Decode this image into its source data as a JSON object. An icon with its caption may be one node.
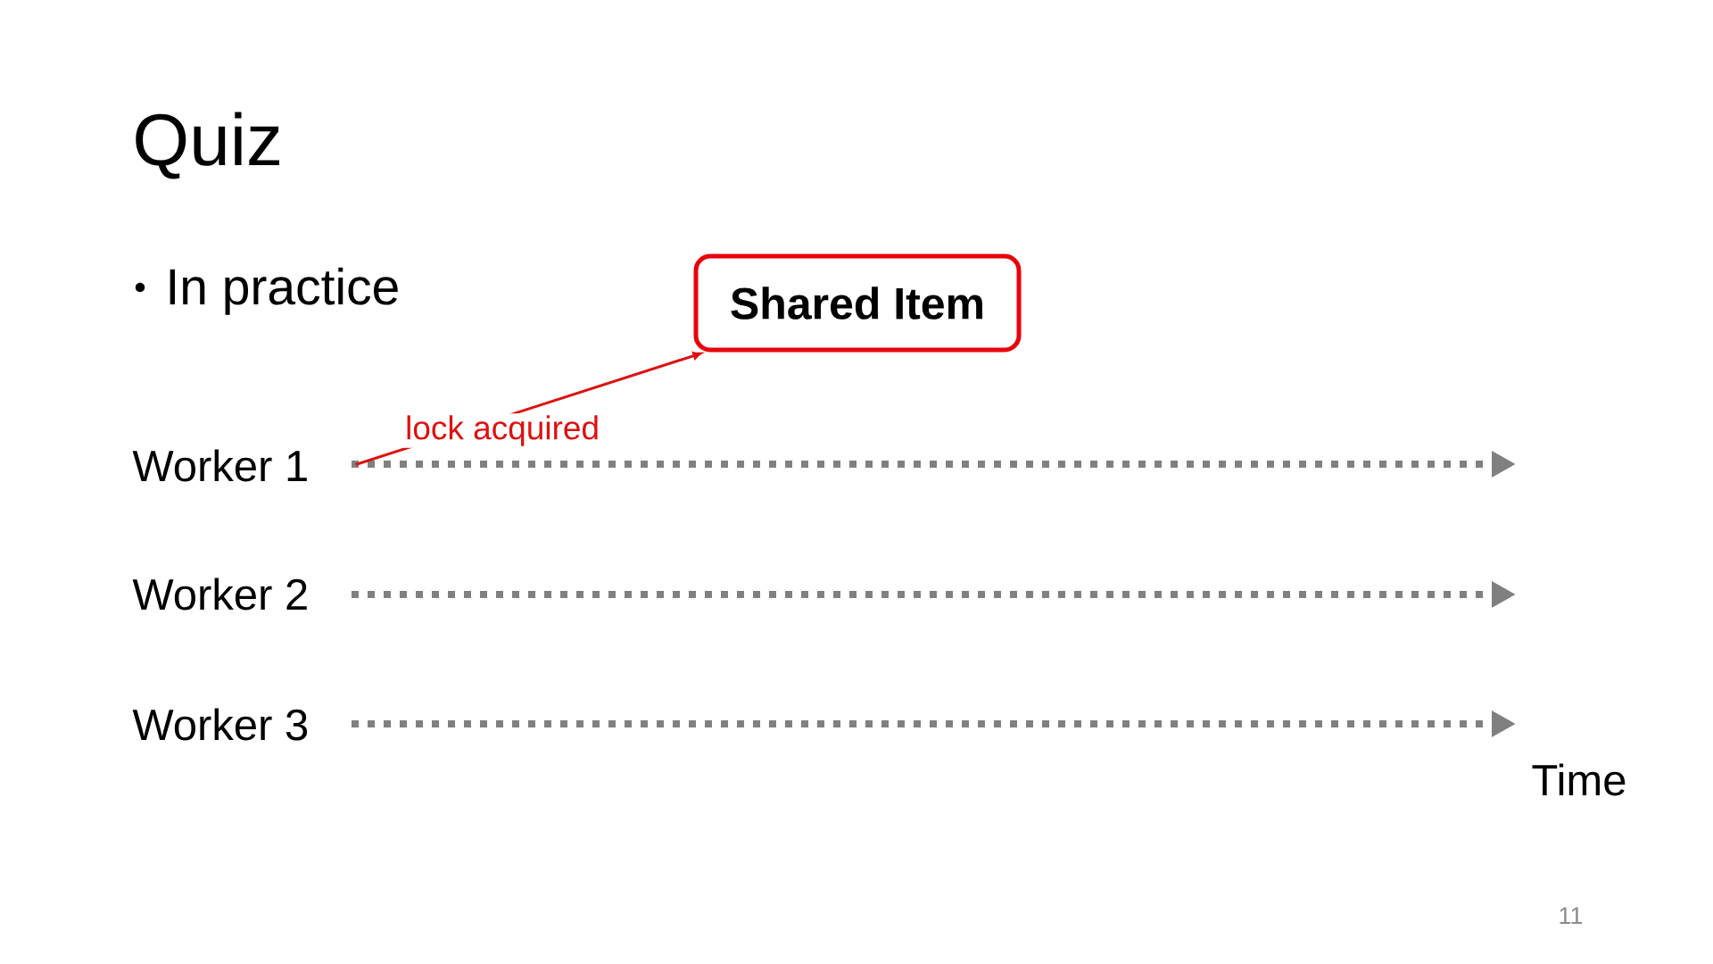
{
  "diagram": {
    "title": "Quiz",
    "nodes": [
      {
        "text": [
          "Shared Item"
        ]
      },
      {
        "text": [
          "Worker 1"
        ]
      }
    ],
    "edges": [
      {
        "from": 1,
        "to": 0,
        "arrow": "to",
        "label": "lock acquired"
      }
    ],
    "labels": [
      "In practice",
      "Worker 2",
      "Worker 3",
      "Time",
      "11"
    ]
  }
}
